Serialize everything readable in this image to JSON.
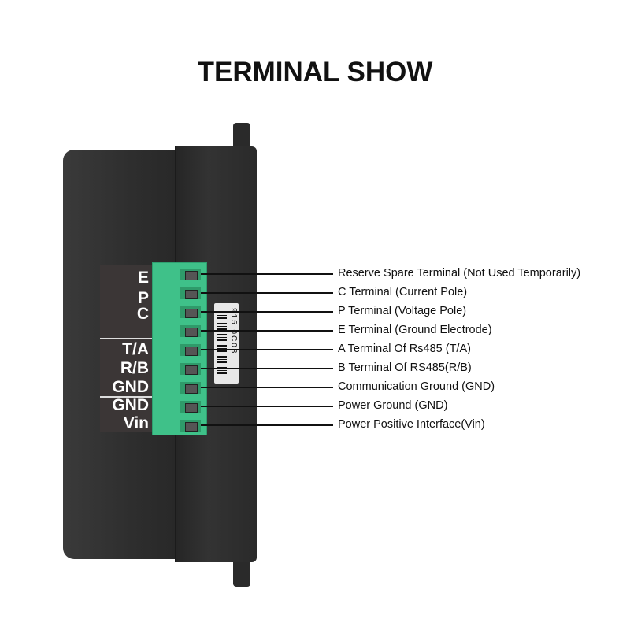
{
  "title": "TERMINAL SHOW",
  "panel_labels": {
    "group1": [
      "E",
      "P",
      "C"
    ],
    "group2": [
      "T/A",
      "R/B",
      "GND"
    ],
    "group3": [
      "GND",
      "Vin"
    ]
  },
  "barcode_text": "915 0C03",
  "terminals": [
    "Reserve Spare Terminal (Not Used Temporarily)",
    "C Terminal (Current Pole)",
    "P Terminal (Voltage Pole)",
    "E Terminal (Ground Electrode)",
    "A Terminal Of Rs485 (T/A)",
    "B Terminal Of RS485(R/B)",
    "Communication Ground (GND)",
    "Power Ground (GND)",
    "Power Positive Interface(Vin)"
  ],
  "colors": {
    "connector": "#3fc189",
    "device": "#2e2e2e"
  }
}
